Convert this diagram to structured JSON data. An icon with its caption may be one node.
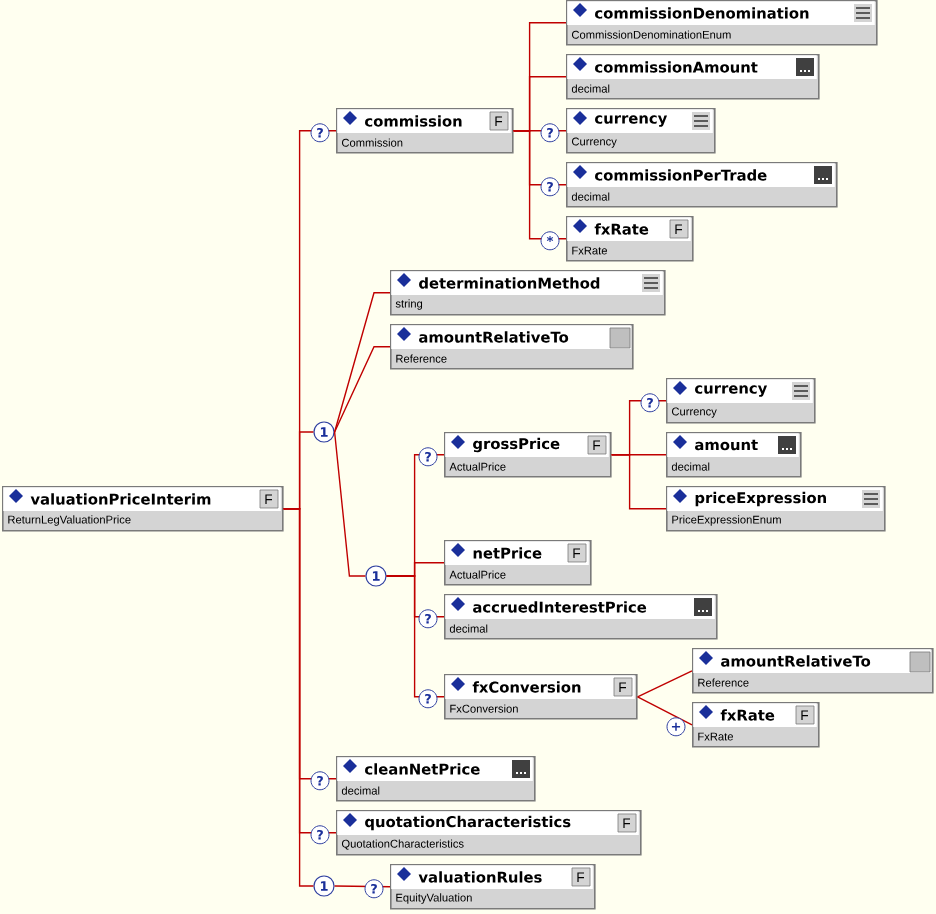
{
  "diagram": {
    "nodes": [
      {
        "text": [
          "valuationPriceInterim",
          "ReturnLegValuationPrice"
        ]
      },
      {
        "text": [
          "commission",
          "Commission"
        ]
      },
      {
        "text": [
          "commissionDenomination",
          "CommissionDenominationEnum"
        ]
      },
      {
        "text": [
          "commissionAmount",
          "decimal"
        ]
      },
      {
        "text": [
          "currency",
          "Currency"
        ]
      },
      {
        "text": [
          "commissionPerTrade",
          "decimal"
        ]
      },
      {
        "text": [
          "fxRate",
          "FxRate"
        ]
      },
      {
        "text": [
          "1"
        ]
      },
      {
        "text": [
          "determinationMethod",
          "string"
        ]
      },
      {
        "text": [
          "amountRelativeTo",
          "Reference"
        ]
      },
      {
        "text": [
          "1"
        ]
      },
      {
        "text": [
          "grossPrice",
          "ActualPrice"
        ]
      },
      {
        "text": [
          "currency",
          "Currency"
        ]
      },
      {
        "text": [
          "amount",
          "decimal"
        ]
      },
      {
        "text": [
          "priceExpression",
          "PriceExpressionEnum"
        ]
      },
      {
        "text": [
          "netPrice",
          "ActualPrice"
        ]
      },
      {
        "text": [
          "accruedInterestPrice",
          "decimal"
        ]
      },
      {
        "text": [
          "fxConversion",
          "FxConversion"
        ]
      },
      {
        "text": [
          "amountRelativeTo",
          "Reference"
        ]
      },
      {
        "text": [
          "fxRate",
          "FxRate"
        ]
      },
      {
        "text": [
          "cleanNetPrice",
          "decimal"
        ]
      },
      {
        "text": [
          "quotationCharacteristics",
          "QuotationCharacteristics"
        ]
      },
      {
        "text": [
          "1"
        ]
      },
      {
        "text": [
          "valuationRules",
          "EquityValuation"
        ]
      }
    ],
    "edges": [
      {
        "from": 0,
        "to": 1,
        "arrow": "none",
        "label": "?"
      },
      {
        "from": 0,
        "to": 7,
        "arrow": "none"
      },
      {
        "from": 0,
        "to": 20,
        "arrow": "none",
        "label": "?"
      },
      {
        "from": 0,
        "to": 21,
        "arrow": "none",
        "label": "?"
      },
      {
        "from": 0,
        "to": 22,
        "arrow": "none"
      },
      {
        "from": 1,
        "to": 2,
        "arrow": "none"
      },
      {
        "from": 1,
        "to": 3,
        "arrow": "none"
      },
      {
        "from": 1,
        "to": 4,
        "arrow": "none",
        "label": "?"
      },
      {
        "from": 1,
        "to": 5,
        "arrow": "none",
        "label": "?"
      },
      {
        "from": 1,
        "to": 6,
        "arrow": "none",
        "label": "*"
      },
      {
        "from": 7,
        "to": 8,
        "arrow": "none"
      },
      {
        "from": 7,
        "to": 9,
        "arrow": "none"
      },
      {
        "from": 7,
        "to": 10,
        "arrow": "none"
      },
      {
        "from": 10,
        "to": 11,
        "arrow": "none",
        "label": "?"
      },
      {
        "from": 10,
        "to": 15,
        "arrow": "none"
      },
      {
        "from": 10,
        "to": 16,
        "arrow": "none",
        "label": "?"
      },
      {
        "from": 10,
        "to": 17,
        "arrow": "none",
        "label": "?"
      },
      {
        "from": 11,
        "to": 12,
        "arrow": "none",
        "label": "?"
      },
      {
        "from": 11,
        "to": 13,
        "arrow": "none"
      },
      {
        "from": 11,
        "to": 14,
        "arrow": "none"
      },
      {
        "from": 17,
        "to": 18,
        "arrow": "none"
      },
      {
        "from": 17,
        "to": 19,
        "arrow": "none",
        "label": "+"
      },
      {
        "from": 22,
        "to": 23,
        "arrow": "none",
        "label": "?"
      }
    ]
  }
}
